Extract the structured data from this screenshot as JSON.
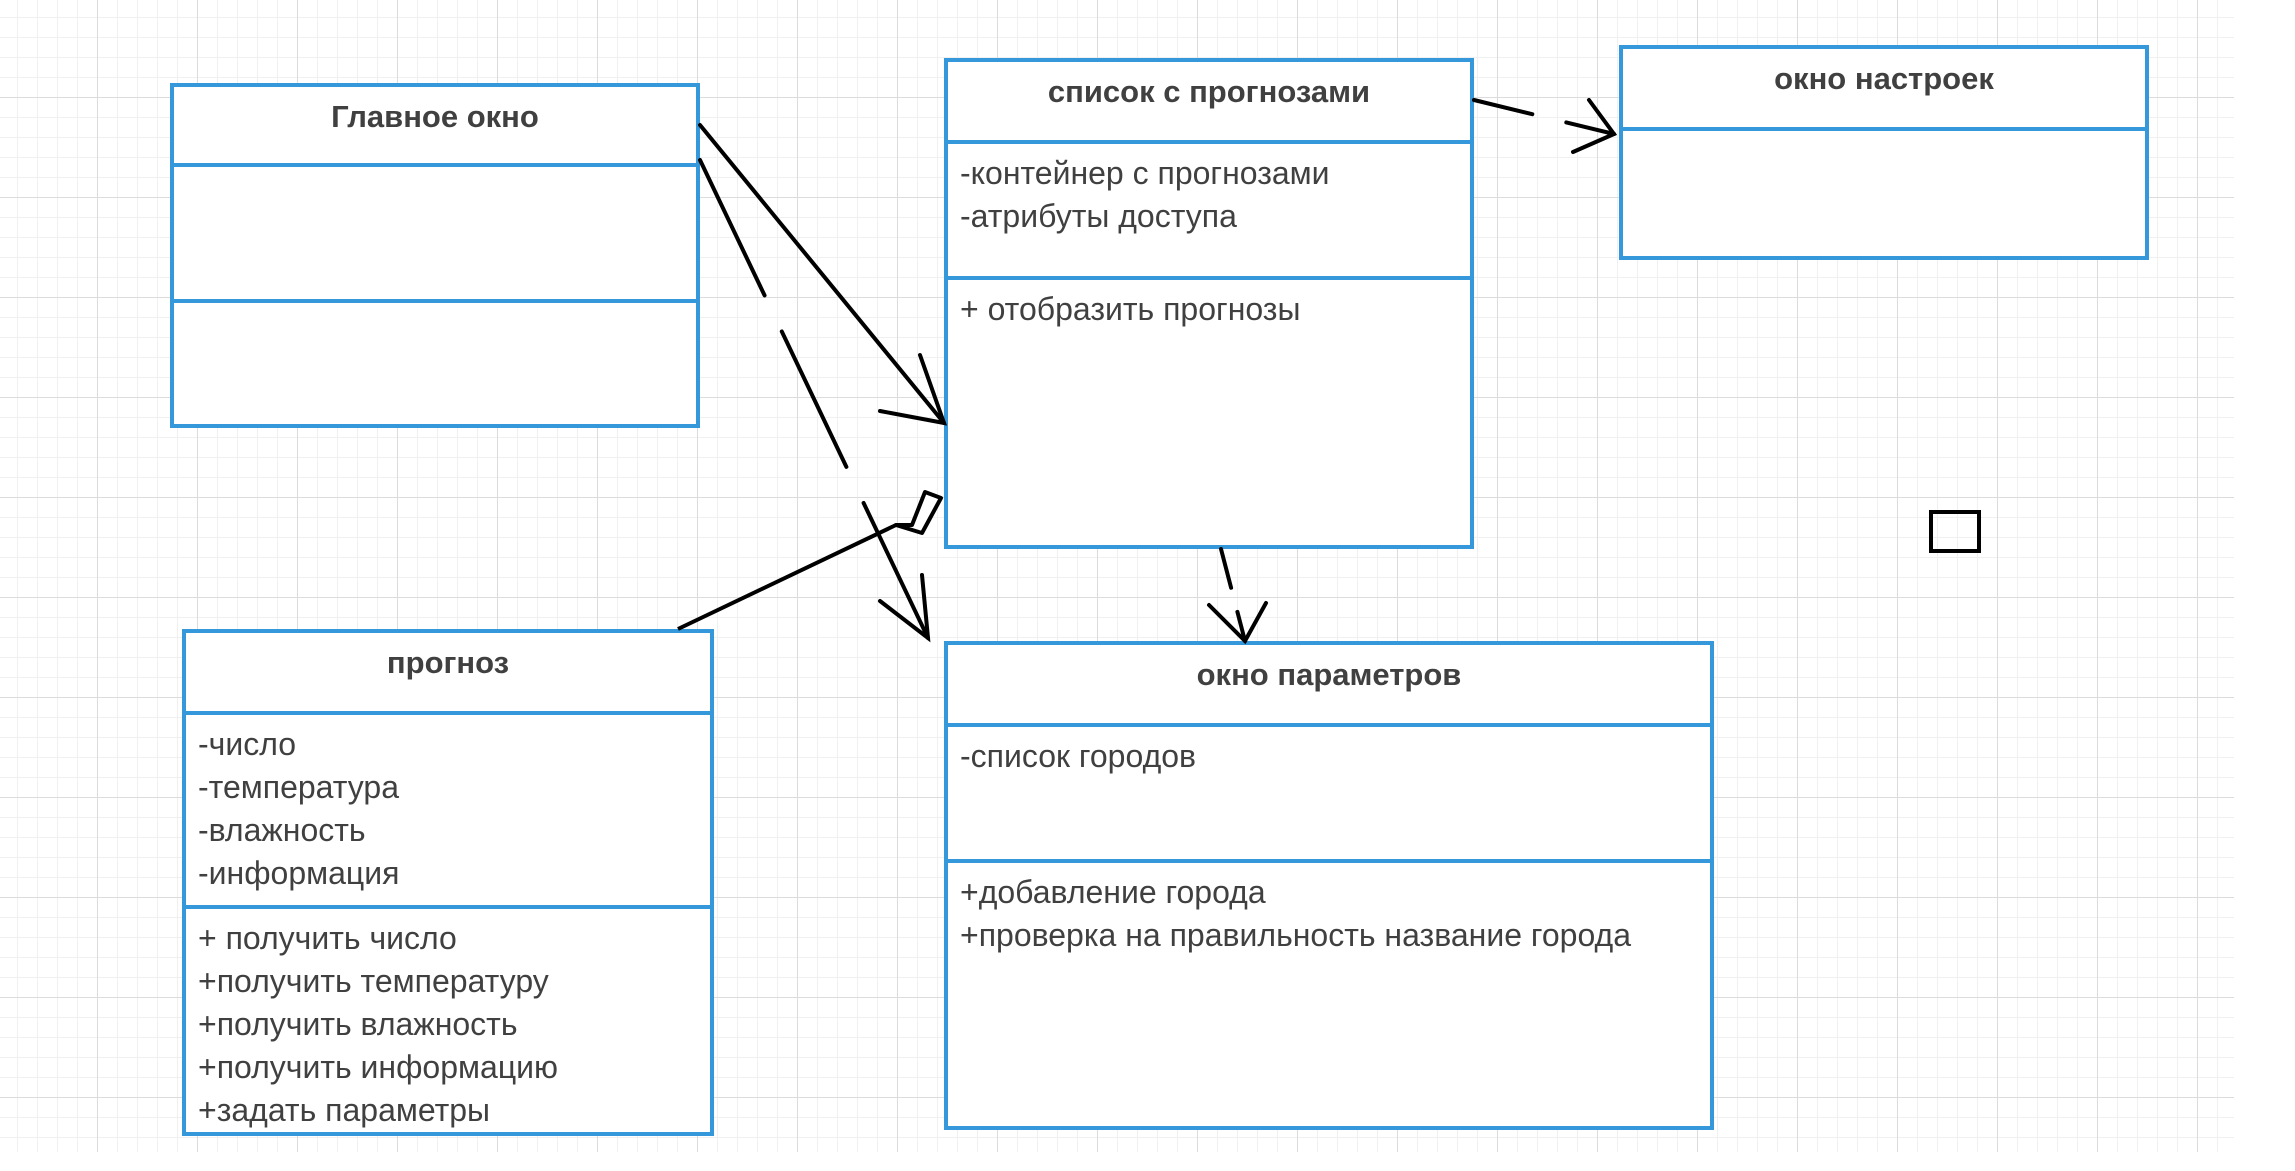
{
  "diagram": {
    "classes": {
      "main_window": {
        "title": "Главное окно",
        "attributes": [],
        "methods": []
      },
      "forecast_list": {
        "title": "список с прогнозами",
        "attributes": [
          "-контейнер с прогнозами",
          "-атрибуты доступа"
        ],
        "methods": [
          "+ отобразить прогнозы"
        ]
      },
      "settings_window": {
        "title": "окно настроек",
        "attributes": []
      },
      "forecast": {
        "title": "прогноз",
        "attributes": [
          "-число",
          "-температура",
          "-влажность",
          "-информация"
        ],
        "methods": [
          "+ получить число",
          "+получить температуру",
          "+получить влажность",
          "+получить информацию",
          "+задать параметры"
        ]
      },
      "parameters_window": {
        "title": "окно параметров",
        "attributes": [
          "-список городов"
        ],
        "methods": [
          "+добавление города",
          "+проверка на правильность название города"
        ]
      }
    },
    "relations": [
      {
        "from": "main_window",
        "to": "forecast_list",
        "type": "association"
      },
      {
        "from": "main_window",
        "to": "parameters_window",
        "type": "dependency"
      },
      {
        "from": "forecast_list",
        "to": "settings_window",
        "type": "dependency"
      },
      {
        "from": "forecast_list",
        "to": "parameters_window",
        "type": "dependency"
      },
      {
        "from": "forecast",
        "to": "forecast_list",
        "type": "aggregation"
      }
    ],
    "colors": {
      "class_border": "#3498db",
      "connector": "#000000",
      "text": "#404040"
    }
  }
}
